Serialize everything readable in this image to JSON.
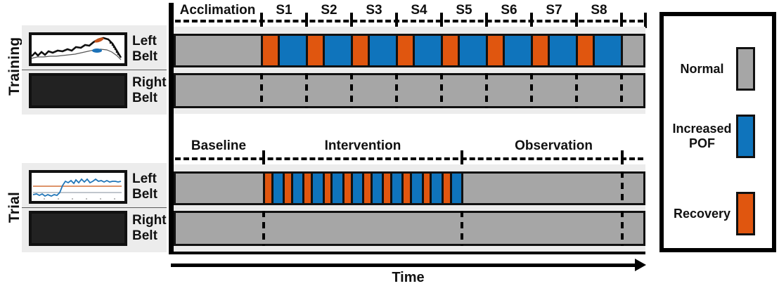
{
  "groups": [
    {
      "name": "Training",
      "belts": [
        {
          "label_line1": "Left",
          "label_line2": "Belt",
          "thumb": "training-left-belt-plot"
        },
        {
          "label_line1": "Right",
          "label_line2": "Belt",
          "thumb": "training-right-belt-dark"
        }
      ],
      "phases": [
        {
          "label": "Acclimation"
        },
        {
          "label": "S1"
        },
        {
          "label": "S2"
        },
        {
          "label": "S3"
        },
        {
          "label": "S4"
        },
        {
          "label": "S5"
        },
        {
          "label": "S6"
        },
        {
          "label": "S7"
        },
        {
          "label": "S8"
        }
      ],
      "left_belt_segments": [
        {
          "type": "g",
          "label": "Normal"
        },
        {
          "type": "o",
          "label": "Recovery"
        },
        {
          "type": "b",
          "label": "Increased POF"
        },
        {
          "type": "o",
          "label": "Recovery"
        },
        {
          "type": "b",
          "label": "Increased POF"
        },
        {
          "type": "o",
          "label": "Recovery"
        },
        {
          "type": "b",
          "label": "Increased POF"
        },
        {
          "type": "o",
          "label": "Recovery"
        },
        {
          "type": "b",
          "label": "Increased POF"
        },
        {
          "type": "o",
          "label": "Recovery"
        },
        {
          "type": "b",
          "label": "Increased POF"
        },
        {
          "type": "o",
          "label": "Recovery"
        },
        {
          "type": "b",
          "label": "Increased POF"
        },
        {
          "type": "o",
          "label": "Recovery"
        },
        {
          "type": "b",
          "label": "Increased POF"
        },
        {
          "type": "o",
          "label": "Recovery"
        },
        {
          "type": "b",
          "label": "Increased POF"
        },
        {
          "type": "g",
          "label": "Normal"
        }
      ],
      "right_belt_segments": [
        {
          "type": "g",
          "label": "Normal"
        }
      ]
    },
    {
      "name": "Trial",
      "belts": [
        {
          "label_line1": "Left",
          "label_line2": "Belt",
          "thumb": "trial-left-belt-plot"
        },
        {
          "label_line1": "Right",
          "label_line2": "Belt",
          "thumb": "trial-right-belt-dark"
        }
      ],
      "phases": [
        {
          "label": "Baseline"
        },
        {
          "label": "Intervention"
        },
        {
          "label": "Observation"
        }
      ],
      "left_belt_segments": [
        {
          "type": "g",
          "label": "Normal"
        },
        {
          "type": "o",
          "label": "Recovery"
        },
        {
          "type": "b",
          "label": "Increased POF"
        },
        {
          "type": "o",
          "label": "Recovery"
        },
        {
          "type": "b",
          "label": "Increased POF"
        },
        {
          "type": "o",
          "label": "Recovery"
        },
        {
          "type": "b",
          "label": "Increased POF"
        },
        {
          "type": "o",
          "label": "Recovery"
        },
        {
          "type": "b",
          "label": "Increased POF"
        },
        {
          "type": "o",
          "label": "Recovery"
        },
        {
          "type": "b",
          "label": "Increased POF"
        },
        {
          "type": "o",
          "label": "Recovery"
        },
        {
          "type": "b",
          "label": "Increased POF"
        },
        {
          "type": "o",
          "label": "Recovery"
        },
        {
          "type": "b",
          "label": "Increased POF"
        },
        {
          "type": "o",
          "label": "Recovery"
        },
        {
          "type": "b",
          "label": "Increased POF"
        },
        {
          "type": "o",
          "label": "Recovery"
        },
        {
          "type": "b",
          "label": "Increased POF"
        },
        {
          "type": "o",
          "label": "Recovery"
        },
        {
          "type": "b",
          "label": "Increased POF"
        },
        {
          "type": "g",
          "label": "Normal"
        }
      ],
      "right_belt_segments": [
        {
          "type": "g",
          "label": "Normal"
        }
      ]
    }
  ],
  "axis": {
    "time_label": "Time"
  },
  "legend": {
    "items": [
      {
        "label": "Normal",
        "color": "#A6A6A6"
      },
      {
        "label": "Increased\nPOF",
        "label_line1": "Increased",
        "label_line2": "POF",
        "color": "#0F74BC"
      },
      {
        "label": "Recovery",
        "color": "#E0560F"
      }
    ]
  },
  "colors": {
    "normal": "#A6A6A6",
    "increased_pof": "#0F74BC",
    "recovery": "#E0560F",
    "outline": "#111111",
    "band_background": "#ECECEC"
  }
}
